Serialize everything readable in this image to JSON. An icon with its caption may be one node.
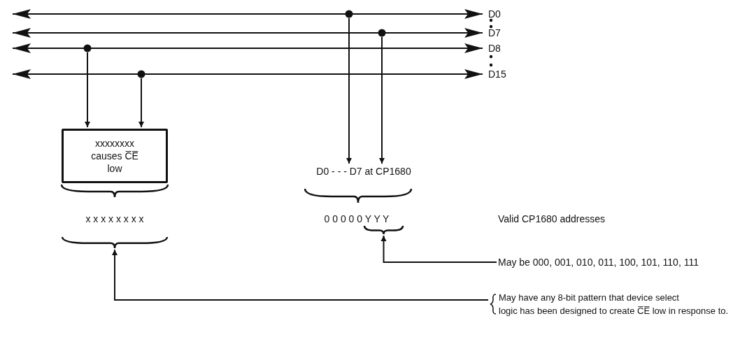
{
  "diagram": {
    "nodes": [
      {
        "text": [
          "D0"
        ]
      },
      {
        "text": [
          "D7"
        ]
      },
      {
        "text": [
          "D8"
        ]
      },
      {
        "text": [
          "D15"
        ]
      },
      {
        "text": [
          "xxxxxxxx causes C̅E̅ low"
        ]
      },
      {
        "text": [
          "D0 - - - D7 at CP1680"
        ]
      },
      {
        "text": [],
        "shape": "brace"
      },
      {
        "text": [],
        "shape": "brace"
      },
      {
        "text": [
          "May be 000, 001, 010, 011, 100, 101, 110, 111"
        ]
      },
      {
        "text": [
          "May have any 8-bit pattern that device select logic has been designed to create C̅E̅ low in response to."
        ]
      }
    ],
    "edges": [
      {
        "from": 0,
        "to": 5,
        "arrow": "to"
      },
      {
        "from": 1,
        "to": 5,
        "arrow": "to"
      },
      {
        "from": 2,
        "to": 4,
        "arrow": "to"
      },
      {
        "from": 3,
        "to": 4,
        "arrow": "to"
      },
      {
        "from": 8,
        "to": 6,
        "arrow": "to"
      },
      {
        "from": 9,
        "to": 7,
        "arrow": "to"
      }
    ],
    "labels": [
      "x x x x x x x x",
      "0 0 0 0 0 Y Y Y",
      "Valid CP1680 addresses"
    ]
  }
}
